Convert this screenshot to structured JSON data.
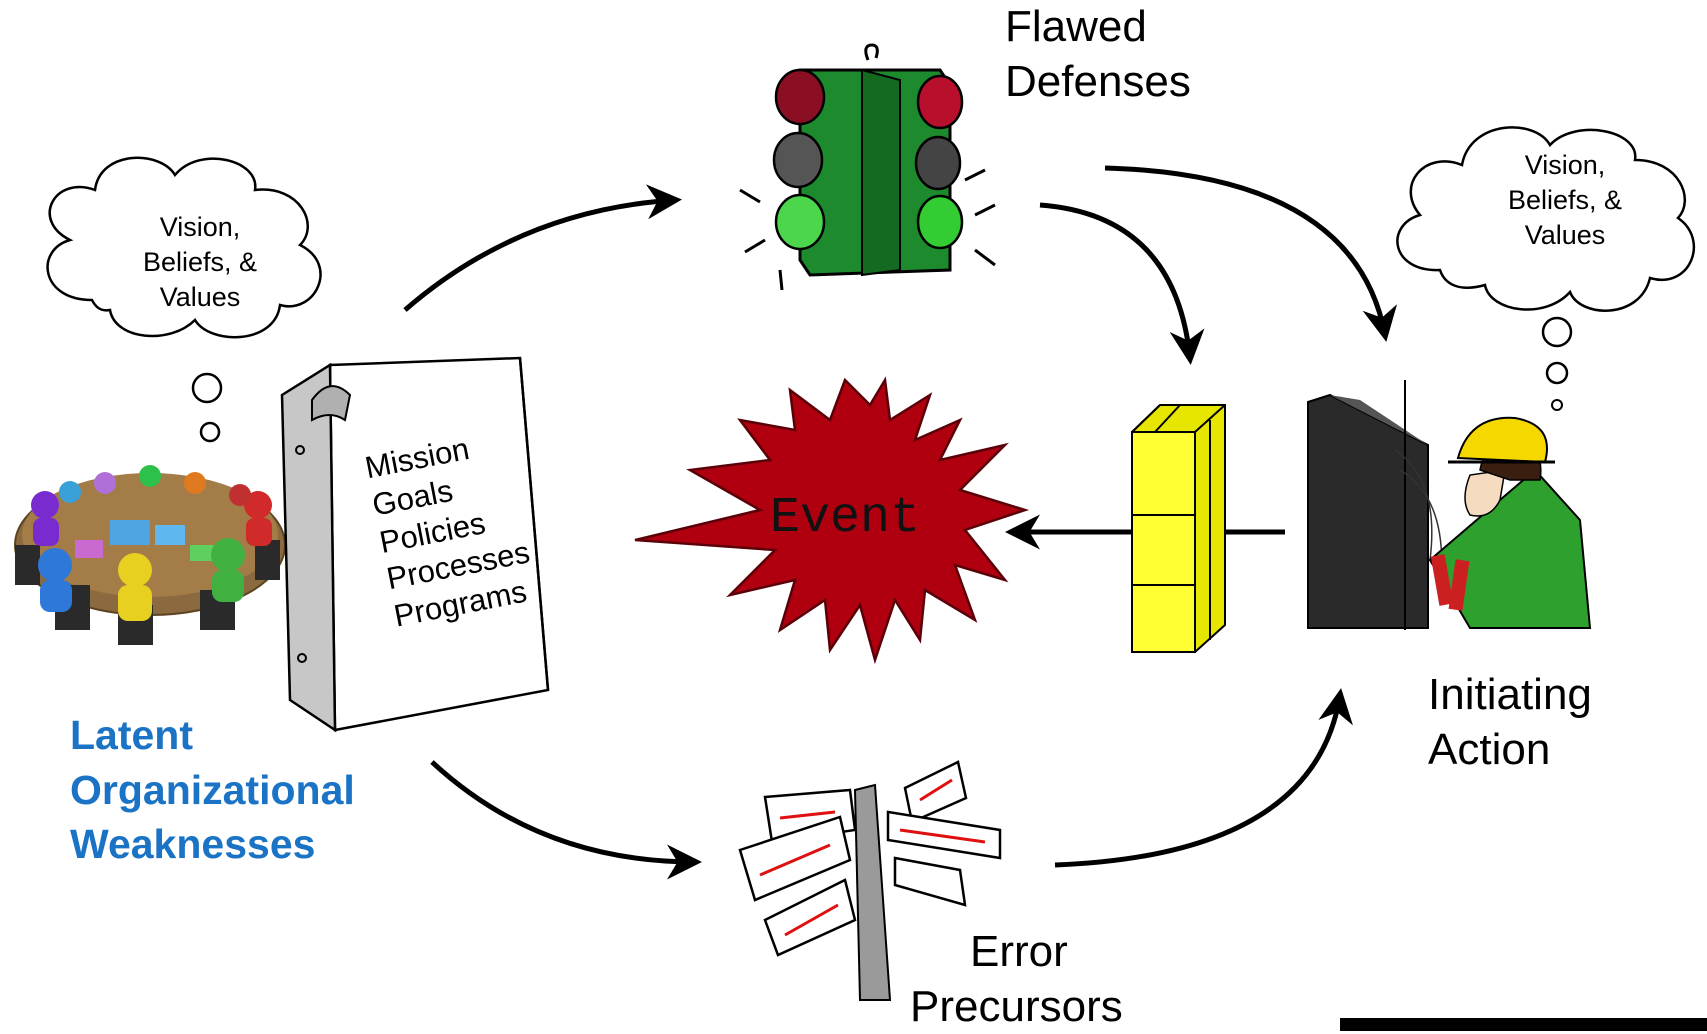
{
  "left_cloud": {
    "lines": [
      "Vision,",
      "Beliefs, &",
      "Values"
    ]
  },
  "right_cloud": {
    "lines": [
      "Vision,",
      "Beliefs, &",
      "Values"
    ]
  },
  "binder": {
    "lines": [
      "Mission",
      "Goals",
      "Policies",
      "Processes",
      "Programs"
    ]
  },
  "latent_label": {
    "lines": [
      "Latent",
      "Organizational",
      "Weaknesses"
    ],
    "color": "#1a73c4"
  },
  "flawed_label": {
    "lines": [
      "Flawed",
      "Defenses"
    ]
  },
  "event_label": "Event",
  "initiating_label": {
    "lines": [
      "Initiating",
      "Action"
    ]
  },
  "error_label": {
    "lines": [
      "Error",
      "Precursors"
    ]
  },
  "icons": [
    "meeting-table-icon",
    "binder-icon",
    "traffic-light-icon",
    "explosion-icon",
    "barrier-blocks-icon",
    "worker-icon",
    "signpost-icon",
    "thought-cloud-icon"
  ],
  "colors": {
    "event_fill": "#b00010",
    "barrier_fill": "#ffff33",
    "traffic_light_body": "#1e8a2e",
    "worker_shirt": "#2ea02e",
    "hardhat": "#f5d800"
  }
}
